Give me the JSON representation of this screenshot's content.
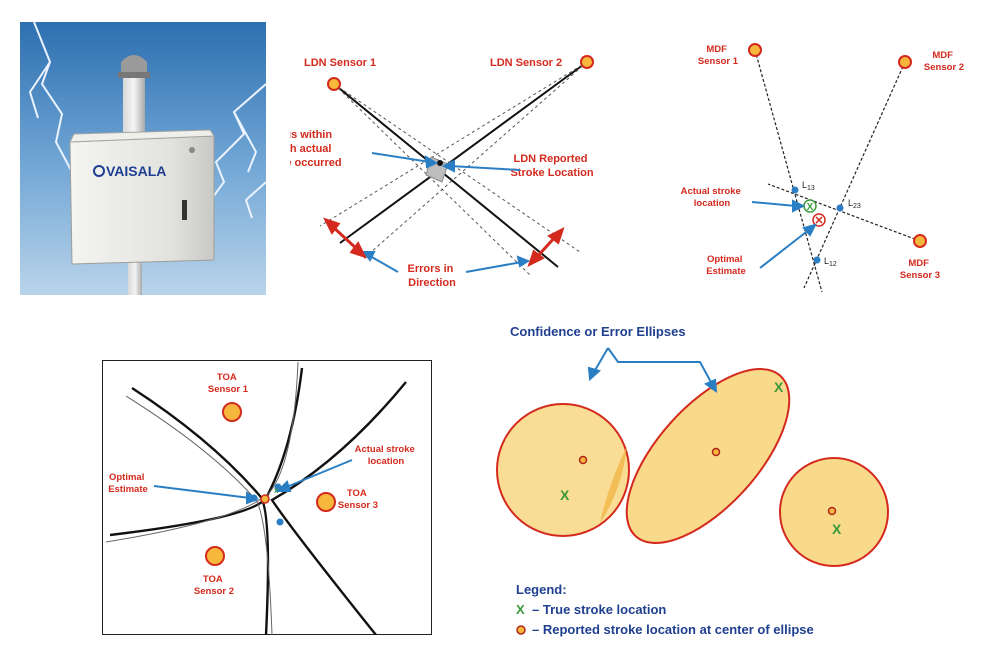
{
  "photo": {
    "brand": "VAISALA"
  },
  "ldn": {
    "sensor1": "LDN Sensor 1",
    "sensor2": "LDN Sensor 2",
    "locus": [
      "Locus within",
      "which actual",
      "stroke occurred"
    ],
    "reported": [
      "LDN Reported",
      "Stroke Location"
    ],
    "errors": [
      "Errors in",
      "Direction"
    ]
  },
  "mdf": {
    "sensor1": [
      "MDF",
      "Sensor 1"
    ],
    "sensor2": [
      "MDF",
      "Sensor 2"
    ],
    "sensor3": [
      "MDF",
      "Sensor 3"
    ],
    "actual": [
      "Actual stroke",
      "location"
    ],
    "optimal": [
      "Optimal",
      "Estimate"
    ],
    "l13": "L",
    "l13sub": "13",
    "l23": "L",
    "l23sub": "23",
    "l12": "L",
    "l12sub": "12",
    "x_mark": "X"
  },
  "toa": {
    "sensor1": [
      "TOA",
      "Sensor 1"
    ],
    "sensor2": [
      "TOA",
      "Sensor 2"
    ],
    "sensor3": [
      "TOA",
      "Sensor 3"
    ],
    "actual": [
      "Actual stroke",
      "location"
    ],
    "optimal": [
      "Optimal",
      "Estimate"
    ]
  },
  "ellipses": {
    "title": "Confidence or Error Ellipses",
    "x_mark": "X",
    "legend_title": "Legend:",
    "legend_x_symbol": "X",
    "legend_true": "– True stroke location",
    "legend_reported": "– Reported stroke location at center of ellipse"
  },
  "colors": {
    "sensor_fill": "#f6b73c",
    "sensor_stroke": "#d42a1e",
    "ellipse_fill": "#f9d98a",
    "ellipse_stroke": "#d42a1e",
    "label_red": "#d42a1e",
    "label_blue": "#1f3f8f",
    "arrow_blue": "#2a7fc4",
    "true_x": "#3a9a3a"
  }
}
